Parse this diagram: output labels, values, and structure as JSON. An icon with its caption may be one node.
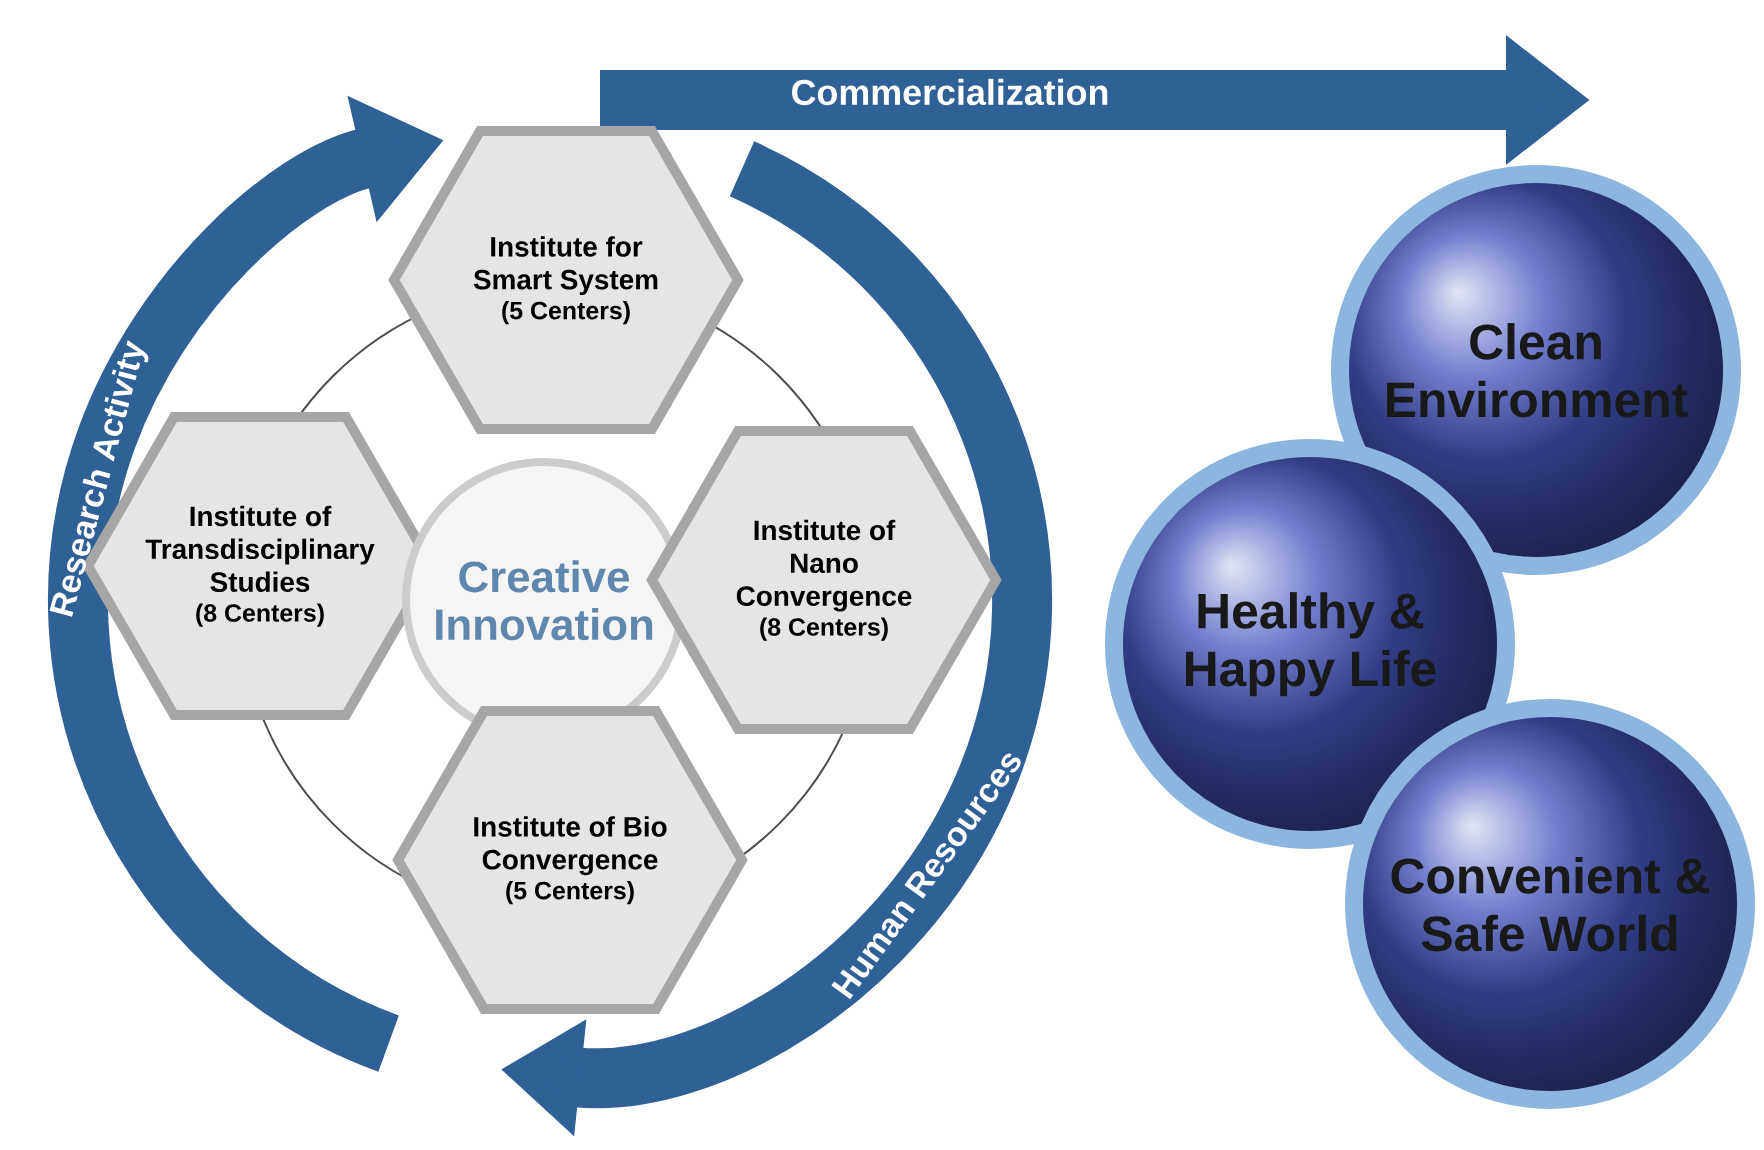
{
  "diagram": {
    "nodes": [
      {
        "text": [
          "Institute for Smart System",
          "(5 Centers)"
        ]
      },
      {
        "text": [
          "Institute of Transdisciplinary Studies",
          "(8 Centers)"
        ]
      },
      {
        "text": [
          "Creative Innovation"
        ]
      },
      {
        "text": [
          "Institute of Nano Convergence",
          "(8 Centers)"
        ]
      },
      {
        "text": [
          "Institute of Bio Convergence",
          "(5 Centers)"
        ]
      },
      {
        "text": [
          "Clean Environment"
        ]
      },
      {
        "text": [
          "Healthy & Happy Life"
        ]
      },
      {
        "text": [
          "Convenient & Safe World"
        ]
      }
    ],
    "labels": [
      "Commercialization",
      "Research Activity",
      "Human Resources"
    ]
  }
}
